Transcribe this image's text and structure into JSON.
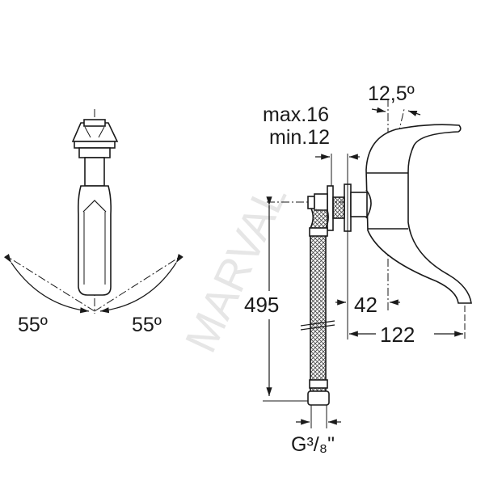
{
  "watermark": "MARVAL",
  "front_view": {
    "angle_left": "55º",
    "angle_right": "55º"
  },
  "side_view": {
    "tilt_angle": "12,5º",
    "wall_max": "max.16",
    "wall_min": "min.12",
    "height": "495",
    "offset": "42",
    "projection": "122",
    "thread": "G³/₈\""
  },
  "colors": {
    "line": "#1a1a1a",
    "hatch": "#555555"
  }
}
